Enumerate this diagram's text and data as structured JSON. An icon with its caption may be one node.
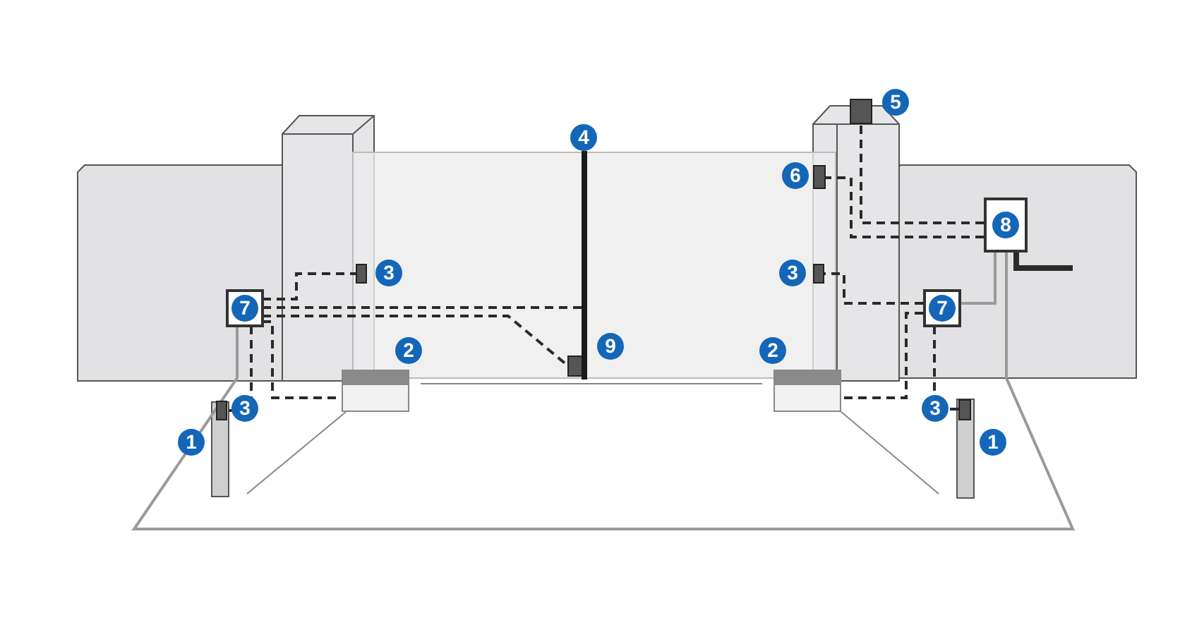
{
  "diagram": {
    "nodes": [
      {
        "text": [
          "7"
        ]
      },
      {
        "text": [
          "8"
        ]
      },
      {
        "text": [
          "7"
        ]
      },
      {
        "text": [],
        "shape": "box",
        "beside": [
          "3"
        ]
      },
      {
        "text": [],
        "shape": "box",
        "beside": [
          "3"
        ]
      },
      {
        "text": [],
        "shape": "box",
        "beside": [
          "2"
        ]
      },
      {
        "text": [],
        "shape": "box",
        "beside": [
          "9"
        ]
      },
      {
        "text": [],
        "shape": "box",
        "beside": [
          "5"
        ]
      },
      {
        "text": [],
        "shape": "box",
        "beside": [
          "6"
        ]
      },
      {
        "text": [],
        "shape": "box",
        "beside": [
          "3"
        ]
      },
      {
        "text": [],
        "shape": "box",
        "beside": [
          "2"
        ]
      },
      {
        "text": [],
        "shape": "box",
        "beside": [
          "3"
        ]
      },
      {
        "text": [],
        "shape": "bar",
        "beside": [
          "4"
        ]
      }
    ],
    "edges": [
      {
        "from": 0,
        "to": 3,
        "arrow": "none",
        "style": "dashed"
      },
      {
        "from": 0,
        "to": 12,
        "arrow": "none",
        "style": "dashed"
      },
      {
        "from": 0,
        "to": 6,
        "arrow": "none",
        "style": "dashed"
      },
      {
        "from": 0,
        "to": 4,
        "arrow": "none",
        "style": "dashed"
      },
      {
        "from": 0,
        "to": 5,
        "arrow": "none",
        "style": "dashed"
      },
      {
        "from": 0,
        "to": 1,
        "arrow": "none",
        "color": "#9a9a9a"
      },
      {
        "from": 1,
        "to": 7,
        "arrow": "none",
        "style": "dashed"
      },
      {
        "from": 1,
        "to": 8,
        "arrow": "none",
        "style": "dashed"
      },
      {
        "from": 1,
        "to": null,
        "arrow": "none",
        "style": "thick"
      },
      {
        "from": 2,
        "to": 9,
        "arrow": "none",
        "style": "dashed"
      },
      {
        "from": 2,
        "to": 10,
        "arrow": "none",
        "style": "dashed"
      },
      {
        "from": 2,
        "to": 11,
        "arrow": "none",
        "style": "dashed"
      },
      {
        "from": 2,
        "to": 1,
        "arrow": "none",
        "color": "#9a9a9a"
      }
    ],
    "labels": [
      "1",
      "1"
    ]
  }
}
